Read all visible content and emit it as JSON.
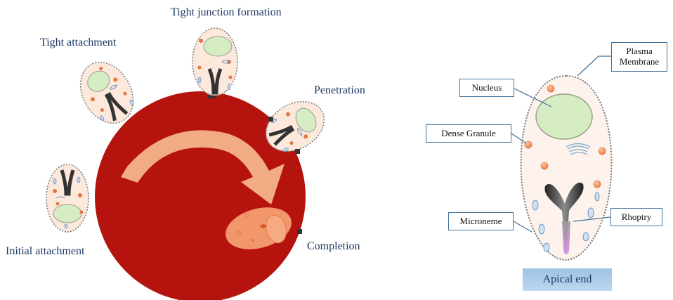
{
  "invasion": {
    "stages": {
      "initial_attachment": "Initial attachment",
      "tight_attachment": "Tight attachment",
      "tight_junction_formation": "Tight junction formation",
      "penetration": "Penetration",
      "completion": "Completion"
    }
  },
  "anatomy": {
    "labels": {
      "nucleus": "Nucleus",
      "dense_granule": "Dense Granule",
      "microneme": "Microneme",
      "rhoptry": "Rhoptry",
      "plasma_membrane_line1": "Plasma",
      "plasma_membrane_line2": "Membrane",
      "apical_end": "Apical end"
    }
  },
  "colors": {
    "red_cell": "#b5140e",
    "parasite_fill": "#fde8dc",
    "nucleus_fill": "#d6ecc2",
    "arrow": "#f6b48b",
    "label_text": "#1f3864",
    "callout_border": "#41719c"
  }
}
